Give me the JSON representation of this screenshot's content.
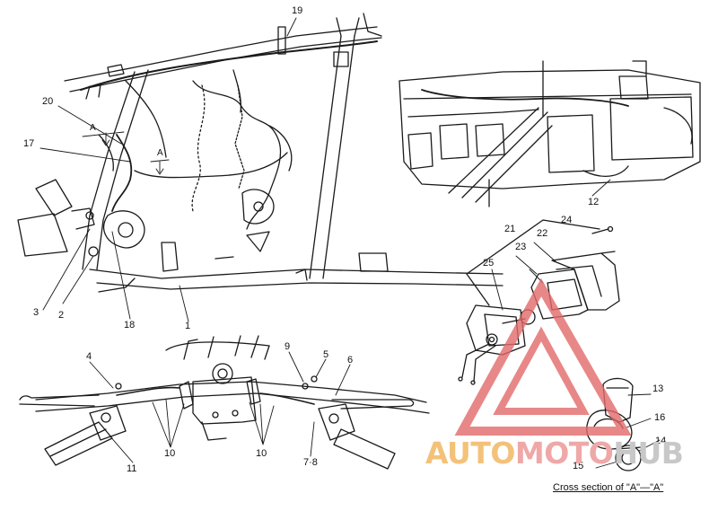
{
  "callouts": [
    "19",
    "20",
    "17",
    "A",
    "A",
    "3",
    "2",
    "18",
    "1",
    "12",
    "21",
    "24",
    "23",
    "22",
    "25",
    "13",
    "16",
    "14",
    "15",
    "4",
    "9",
    "5",
    "6",
    "10",
    "10",
    "11",
    "7·8"
  ],
  "caption": "Cross section of \"A\"—\"A\"",
  "watermark": {
    "part1": "AUTO",
    "part2": "MOTO",
    "part3": "HUB"
  },
  "colors": {
    "line": "#1a1a1a",
    "watermark_red": "#e36a6a",
    "watermark_orange": "#f3c27a",
    "watermark_grey": "#c8c8c8"
  }
}
